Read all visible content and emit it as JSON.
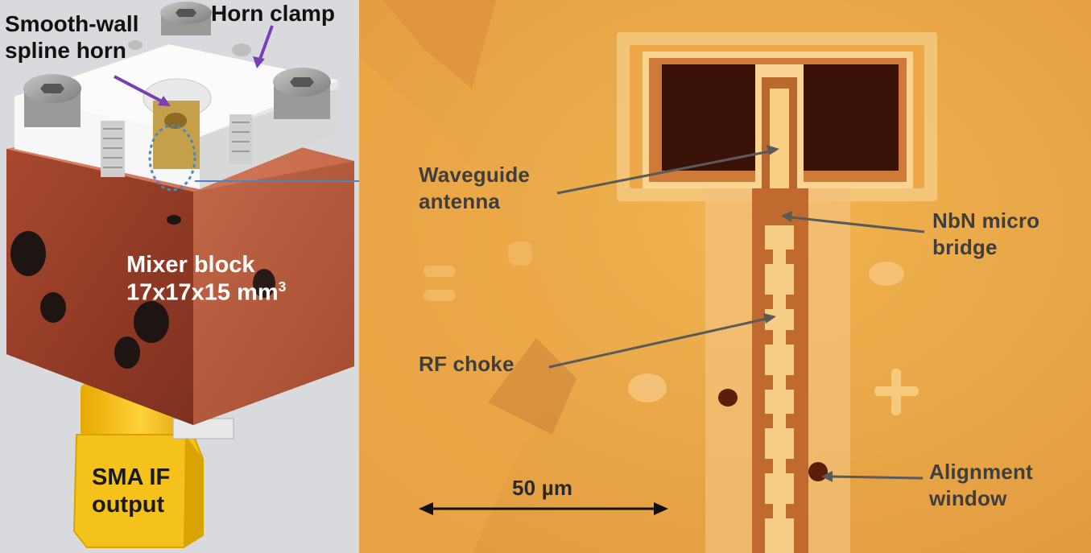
{
  "left": {
    "labels": {
      "horn_clamp": "Horn clamp",
      "horn_line1": "Smooth-wall",
      "horn_line2": "spline horn",
      "block_line1": "Mixer block",
      "block_line2_main": "17x17x15 mm",
      "block_line2_sup": "3",
      "sma_line1": "SMA IF",
      "sma_line2": "output"
    }
  },
  "right": {
    "labels": {
      "waveguide_line1": "Waveguide",
      "waveguide_line2": "antenna",
      "nbn_line1": "NbN micro",
      "nbn_line2": "bridge",
      "rf_choke": "RF choke",
      "alignment_line1": "Alignment",
      "alignment_line2": "window",
      "scale": "50 µm"
    }
  },
  "colors": {
    "copper": "#b4553d",
    "clamp": "#f2f2f2",
    "sma_gold": "#f5c21b",
    "substrate": "#e7a647",
    "arrow_purple": "#7a3fb6",
    "arrow_grey": "#5a5a5a"
  }
}
